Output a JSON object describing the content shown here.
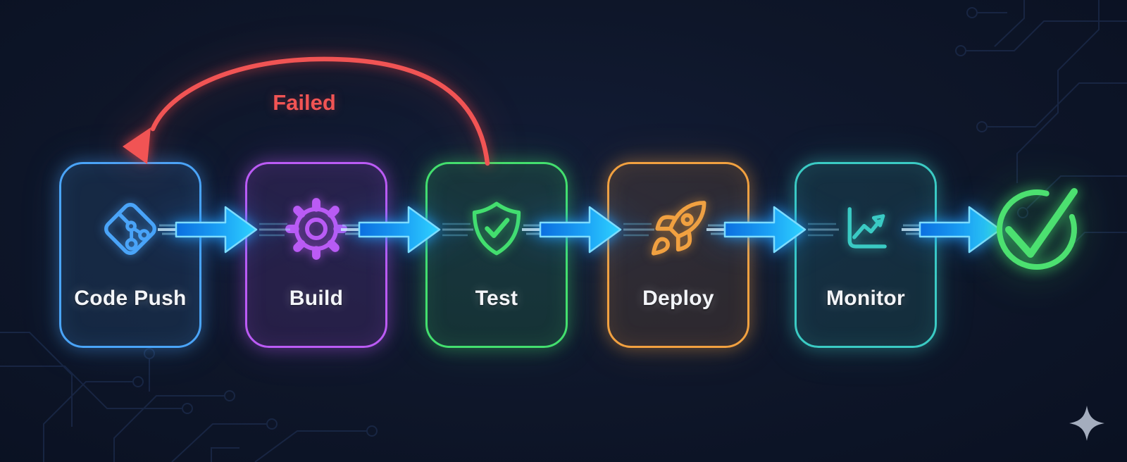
{
  "background": {
    "base_color": "#0e1629",
    "circuit_trace_color": "#24375f",
    "sparkle_color": "#bac3d4"
  },
  "stages": [
    {
      "label": "Code Push",
      "icon": "git-branch-icon",
      "accent": "#4aa4f8"
    },
    {
      "label": "Build",
      "icon": "gear-icon",
      "accent": "#bb5bf5"
    },
    {
      "label": "Test",
      "icon": "shield-check-icon",
      "accent": "#43df6e"
    },
    {
      "label": "Deploy",
      "icon": "rocket-icon",
      "accent": "#f2a140"
    },
    {
      "label": "Monitor",
      "icon": "chart-trend-icon",
      "accent": "#3bcbc4"
    }
  ],
  "flow": {
    "arrow_color_start": "#0b6fe0",
    "arrow_color_end": "#2fd4ff",
    "arrow_count": 5
  },
  "failure_loop": {
    "label": "Failed",
    "color": "#f15454",
    "from_stage": "Test",
    "to_stage": "Code Push"
  },
  "completion": {
    "icon": "check-circle-icon",
    "color": "#4ce070"
  }
}
